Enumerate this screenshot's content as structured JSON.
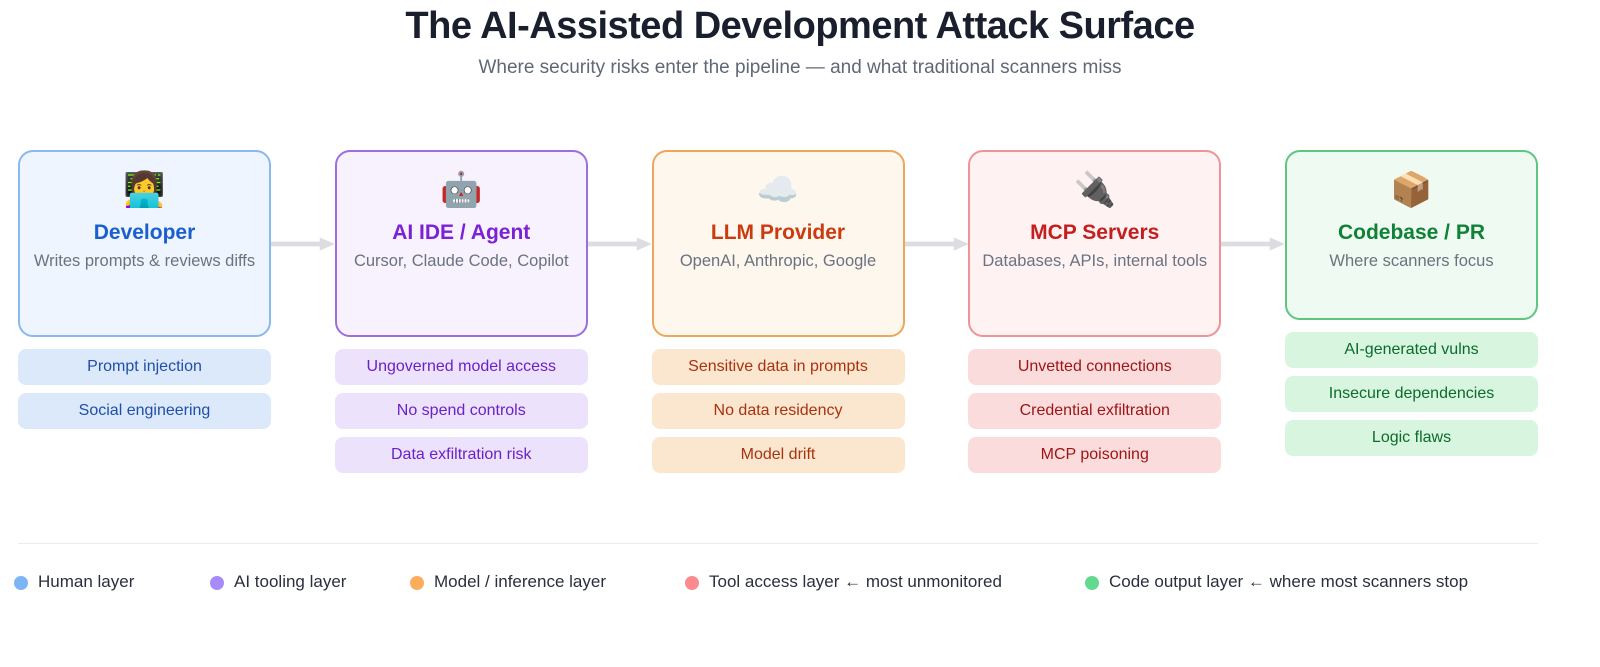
{
  "header": {
    "title": "The AI-Assisted Development Attack Surface",
    "subtitle": "Where security risks enter the pipeline — and what traditional scanners miss"
  },
  "stages": [
    {
      "icon": "👩‍💻",
      "icon_name": "woman-technologist-emoji",
      "title": "Developer",
      "subtitle": "Writes prompts & reviews diffs",
      "border_color": "#8ab8f0",
      "bg_color": "#eff5fe",
      "title_color": "#1a5fd0",
      "pill_bg": "#dce9fb",
      "pill_text": "#1f4fa8",
      "risks": [
        "Prompt injection",
        "Social engineering"
      ]
    },
    {
      "icon": "🤖",
      "icon_name": "robot-emoji",
      "title": "AI IDE / Agent",
      "subtitle": "Cursor, Claude Code, Copilot",
      "border_color": "#9b6fe0",
      "bg_color": "#f7f2fe",
      "title_color": "#7b22d6",
      "pill_bg": "#ece2fb",
      "pill_text": "#6b21c8",
      "risks": [
        "Ungoverned model access",
        "No spend controls",
        "Data exfiltration risk"
      ]
    },
    {
      "icon": "☁️",
      "icon_name": "cloud-emoji",
      "title": "LLM Provider",
      "subtitle": "OpenAI, Anthropic, Google",
      "border_color": "#eda65a",
      "bg_color": "#fef7ee",
      "title_color": "#cc3a10",
      "pill_bg": "#fbe6cf",
      "pill_text": "#a8330f",
      "risks": [
        "Sensitive data in prompts",
        "No data residency",
        "Model drift"
      ]
    },
    {
      "icon": "🔌",
      "icon_name": "electric-plug-emoji",
      "title": "MCP Servers",
      "subtitle": "Databases, APIs, internal tools",
      "border_color": "#ef9396",
      "bg_color": "#fef2f3",
      "title_color": "#c41e1e",
      "pill_bg": "#fbdcdd",
      "pill_text": "#9e1414",
      "risks": [
        "Unvetted connections",
        "Credential exfiltration",
        "MCP poisoning"
      ]
    },
    {
      "icon": "📦",
      "icon_name": "package-emoji",
      "title": "Codebase / PR",
      "subtitle": "Where scanners focus",
      "border_color": "#5ec77f",
      "bg_color": "#effbf2",
      "title_color": "#118235",
      "pill_bg": "#d8f5e0",
      "pill_text": "#0d6b2b",
      "risks": [
        "AI-generated vulns",
        "Insecure dependencies",
        "Logic flaws"
      ]
    }
  ],
  "arrow_color": "#dcdde1",
  "legend": [
    {
      "label": "Human layer",
      "color": "#7db4f5"
    },
    {
      "label": "AI tooling layer",
      "color": "#a78bfa"
    },
    {
      "label": "Model / inference layer",
      "color": "#fbad5c"
    },
    {
      "label": "Tool access layer ← most unmonitored",
      "color": "#fb8a8d"
    },
    {
      "label": "Code output layer ← where most scanners stop",
      "color": "#62d98d"
    }
  ]
}
